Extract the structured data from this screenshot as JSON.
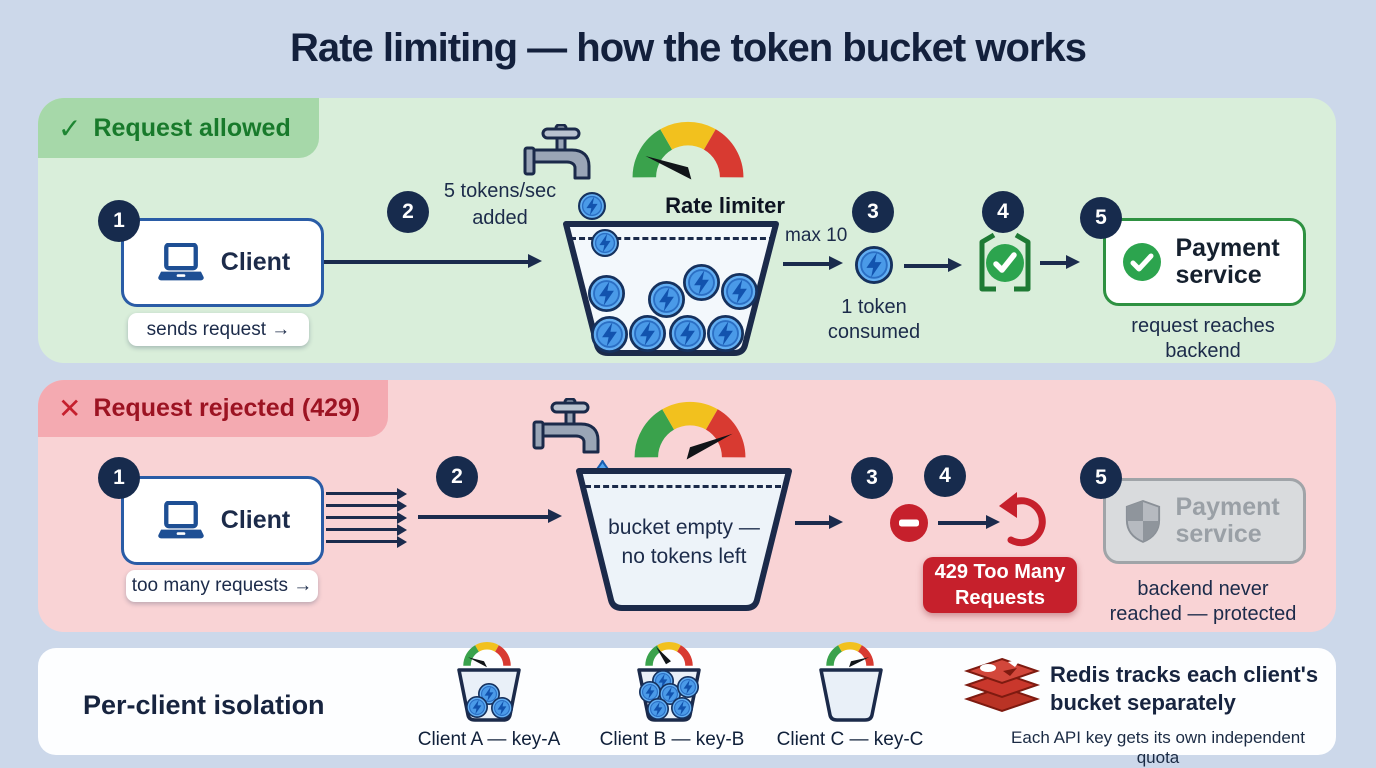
{
  "title": "Rate limiting — how the token bucket works",
  "steps": [
    "1",
    "2",
    "3",
    "4",
    "5"
  ],
  "allowed": {
    "badge_icon": "✓",
    "badge_label": "Request allowed",
    "client_label": "Client",
    "client_caption": "sends request →",
    "refill_lines": [
      "5 tokens/sec",
      "added"
    ],
    "rate_limiter_label": "Rate limiter",
    "max_label": "max 10",
    "bucket_tokens": 9,
    "consumed_lines": [
      "1 token",
      "consumed"
    ],
    "service_label": "Payment service",
    "result_lines": [
      "request reaches",
      "backend"
    ]
  },
  "rejected": {
    "badge_icon": "✕",
    "badge_label": "Request rejected (429)",
    "client_label": "Client",
    "client_caption": "too many requests →",
    "bucket_lines": [
      "bucket empty —",
      "no tokens left"
    ],
    "error_lines": [
      "429 Too Many",
      "Requests"
    ],
    "service_label": "Payment service",
    "result_lines": [
      "backend never",
      "reached — protected"
    ]
  },
  "isolation": {
    "title": "Per-client isolation",
    "clients": [
      {
        "label": "Client A — key-A",
        "tokens": 3
      },
      {
        "label": "Client B — key-B",
        "tokens": 6
      },
      {
        "label": "Client C — key-C",
        "tokens": 0
      }
    ],
    "redis_heading_lines": [
      "Redis tracks each client's",
      "bucket separately"
    ],
    "redis_caption": "Each API key gets its own independent quota"
  },
  "colors": {
    "page_bg": "#ccd8ea",
    "allowed_bg": "#d9eeda",
    "allowed_badge_bg": "#a6d8a9",
    "allowed_text": "#187a2b",
    "rejected_bg": "#f9d3d5",
    "rejected_badge_bg": "#f4aab1",
    "rejected_text": "#9c1322",
    "navy": "#1b2b4d",
    "token_blue": "#4a9ae8",
    "error_red": "#c6202c",
    "gauge_green": "#3aa24c",
    "gauge_yellow": "#f2c11e",
    "gauge_red": "#d83a31"
  }
}
